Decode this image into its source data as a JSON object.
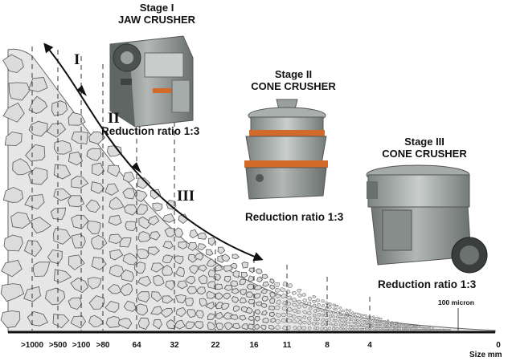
{
  "stages": [
    {
      "stage_label": "Stage I",
      "machine": "JAW CRUSHER"
    },
    {
      "stage_label": "Stage II",
      "machine": "CONE CRUSHER"
    },
    {
      "stage_label": "Stage III",
      "machine": "CONE CRUSHER"
    }
  ],
  "ratios": [
    "Reduction ratio 1:3",
    "Reduction ratio 1:3",
    "Reduction ratio 1:3"
  ],
  "curve_labels": [
    "I",
    "II",
    "III"
  ],
  "size_axis": {
    "ticks": [
      ">1000",
      ">500",
      ">100",
      ">80",
      "64",
      "32",
      "22",
      "16",
      "11",
      "8",
      "4",
      "0"
    ],
    "unit": "Size mm",
    "annotation": "100 micron"
  },
  "colors": {
    "rock_fill": "#dcdcdc",
    "rock_stroke": "#555555",
    "machine_gray": "#8f9694",
    "machine_orange": "#d26a2a"
  }
}
